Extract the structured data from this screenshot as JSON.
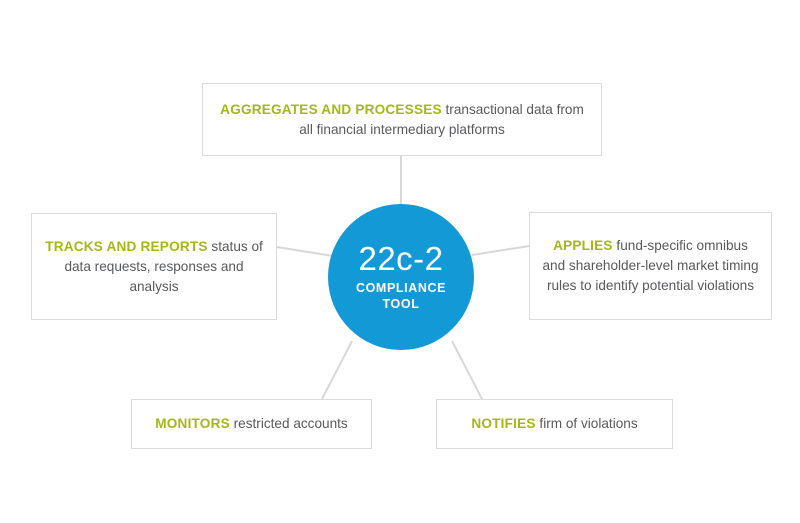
{
  "diagram": {
    "type": "hub-and-spoke",
    "hub": {
      "code": "22c-2",
      "subtitle_line1": "COMPLIANCE",
      "subtitle_line2": "TOOL",
      "fill_color": "#139ad6",
      "text_color": "#ffffff"
    },
    "colors": {
      "accent_green": "#a4b814",
      "body_text": "#58595b",
      "box_border": "#dcdcdc",
      "connector": "#d8d8d8",
      "background": "#ffffff"
    },
    "nodes": [
      {
        "id": "aggregates",
        "position": "top",
        "lead": "AGGREGATES AND PROCESSES",
        "rest": " transactional data from all financial intermediary platforms"
      },
      {
        "id": "tracks",
        "position": "left",
        "lead": "TRACKS AND REPORTS",
        "rest": " status of data requests, responses and analysis"
      },
      {
        "id": "applies",
        "position": "right",
        "lead": "APPLIES",
        "rest": " fund-specific omnibus and shareholder-level market timing rules to identify potential violations"
      },
      {
        "id": "monitors",
        "position": "bottom-left",
        "lead": "MONITORS",
        "rest": " restricted accounts"
      },
      {
        "id": "notifies",
        "position": "bottom-right",
        "lead": "NOTIFIES",
        "rest": " firm of violations"
      }
    ]
  }
}
